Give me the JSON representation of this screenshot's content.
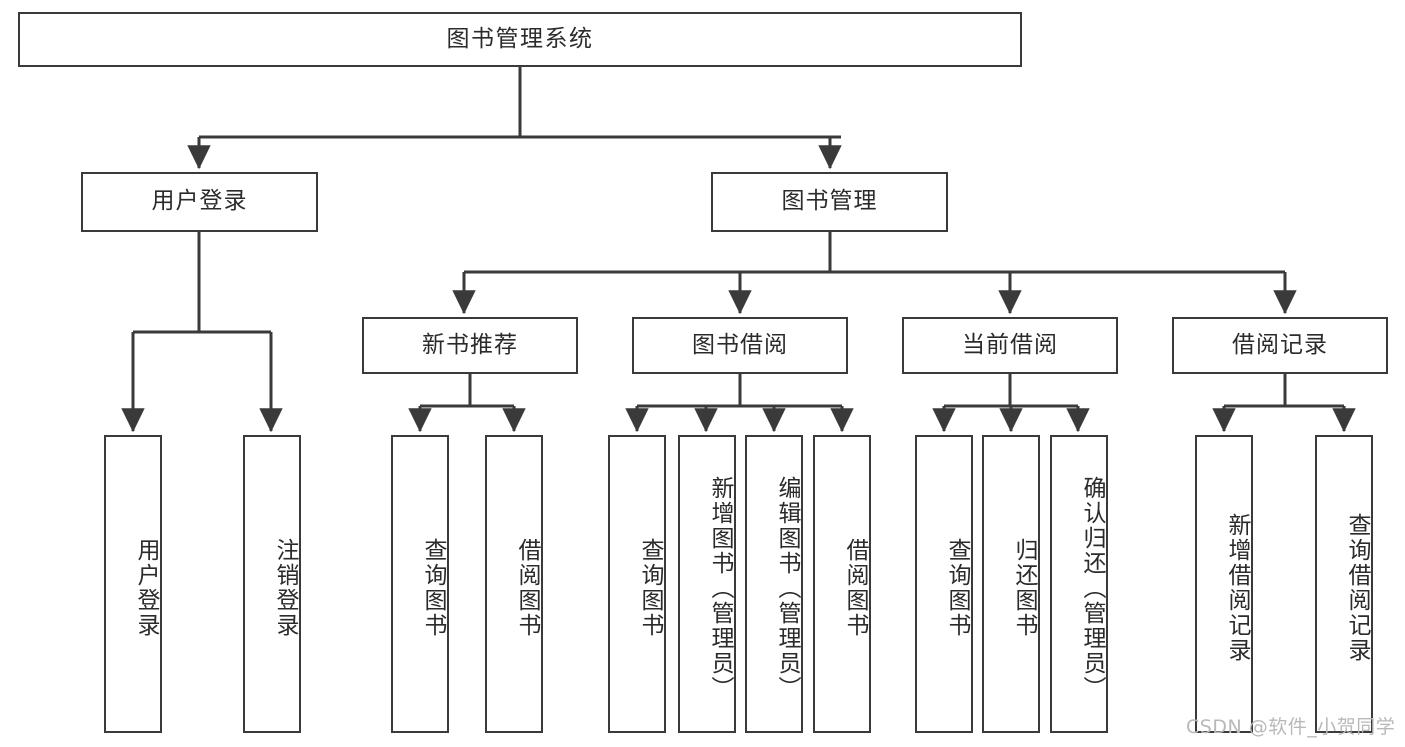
{
  "diagram": {
    "type": "tree-hierarchy-chart",
    "title": "图书管理系统",
    "orientation": "top-down",
    "box_border_color": "#3a3a3a",
    "box_fill_color": "#ffffff",
    "line_color": "#3a3a3a",
    "text_color": "#2b2b2b"
  },
  "nodes": {
    "root": {
      "label": "图书管理系统",
      "level": 1
    },
    "level2": [
      {
        "id": "user-login",
        "label": "用户登录"
      },
      {
        "id": "book-management",
        "label": "图书管理"
      }
    ],
    "level3": [
      {
        "id": "new-book-recommend",
        "label": "新书推荐",
        "parent": "book-management"
      },
      {
        "id": "book-borrow",
        "label": "图书借阅",
        "parent": "book-management"
      },
      {
        "id": "current-borrow",
        "label": "当前借阅",
        "parent": "book-management"
      },
      {
        "id": "borrow-record",
        "label": "借阅记录",
        "parent": "book-management"
      }
    ],
    "leaves": [
      {
        "id": "leaf-user-login",
        "label": "用户登录",
        "parent": "user-login"
      },
      {
        "id": "leaf-logout-login",
        "label": "注销登录",
        "parent": "user-login"
      },
      {
        "id": "leaf-query-book-1",
        "label": "查询图书",
        "parent": "new-book-recommend"
      },
      {
        "id": "leaf-borrow-book-1",
        "label": "借阅图书",
        "parent": "new-book-recommend"
      },
      {
        "id": "leaf-query-book-2",
        "label": "查询图书",
        "parent": "book-borrow"
      },
      {
        "id": "leaf-add-book",
        "label": "新增图书（管理员）",
        "parent": "book-borrow"
      },
      {
        "id": "leaf-edit-book",
        "label": "编辑图书（管理员）",
        "parent": "book-borrow"
      },
      {
        "id": "leaf-borrow-book-2",
        "label": "借阅图书",
        "parent": "book-borrow"
      },
      {
        "id": "leaf-query-book-3",
        "label": "查询图书",
        "parent": "current-borrow"
      },
      {
        "id": "leaf-return-book",
        "label": "归还图书",
        "parent": "current-borrow"
      },
      {
        "id": "leaf-confirm-return",
        "label": "确认归还（管理员）",
        "parent": "current-borrow"
      },
      {
        "id": "leaf-add-record",
        "label": "新增借阅记录",
        "parent": "borrow-record"
      },
      {
        "id": "leaf-query-record",
        "label": "查询借阅记录",
        "parent": "borrow-record"
      }
    ]
  },
  "watermark": {
    "text": "CSDN @软件_小贺同学",
    "color": "#b9b9b9"
  }
}
